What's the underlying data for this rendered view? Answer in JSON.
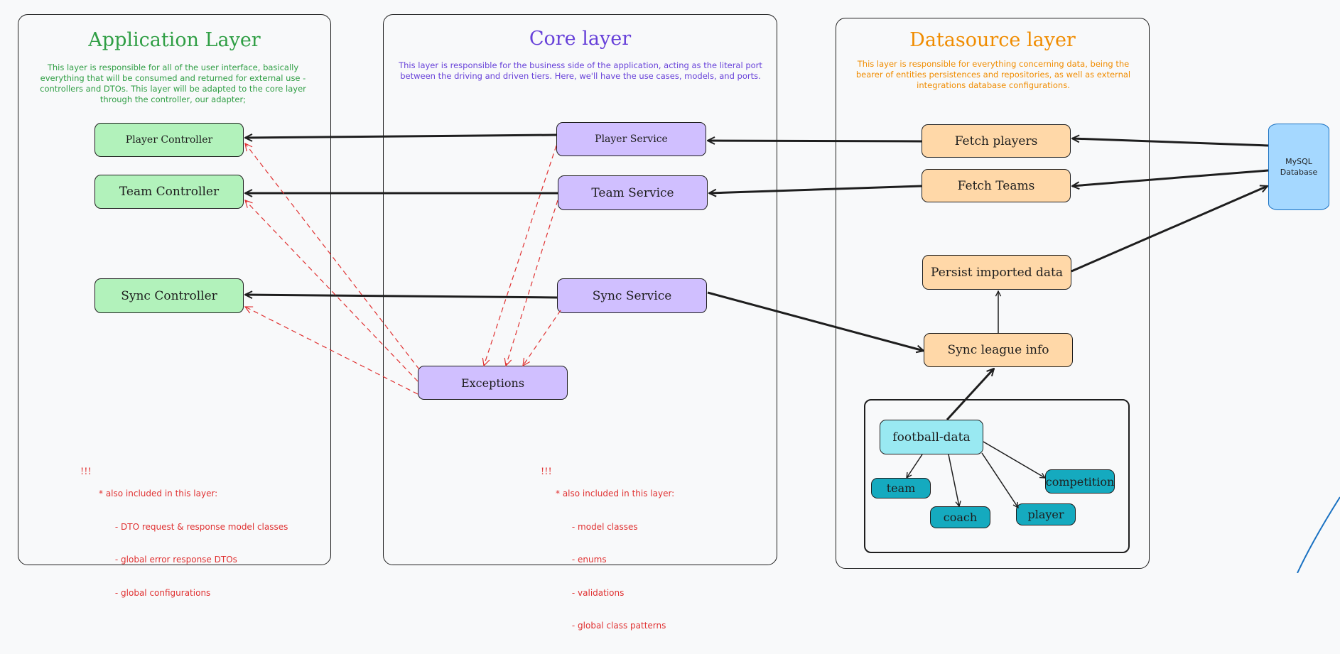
{
  "panels": {
    "application": {
      "title": "Application Layer",
      "description": "This layer is responsible for all of the user interface, basically everything that will be consumed and returned for external use - controllers and DTOs. This layer will be adapted to the core layer through the controller, our adapter;",
      "color": "#2f9e44"
    },
    "core": {
      "title": "Core layer",
      "description": "This layer is responsible for the business side of the application, acting as the literal port between the driving and driven tiers. Here, we'll have the use cases, models, and ports.",
      "color": "#6741d9"
    },
    "datasource": {
      "title": "Datasource layer",
      "description": "This layer is responsible for everything concerning data, being the bearer of entities persistences and repositories, as well as external integrations database configurations.",
      "color": "#f08c00"
    }
  },
  "nodes": {
    "player_controller": "Player Controller",
    "team_controller": "Team Controller",
    "sync_controller": "Sync Controller",
    "player_service": "Player Service",
    "team_service": "Team Service",
    "sync_service": "Sync Service",
    "exceptions": "Exceptions",
    "fetch_players": "Fetch players",
    "fetch_teams": "Fetch Teams",
    "persist_imported_data": "Persist imported data",
    "sync_league_info": "Sync league info",
    "football_data": "football-data",
    "team": "team",
    "coach": "coach",
    "player": "player",
    "competition": "competition",
    "mysql_database": "MySQL Database"
  },
  "notes": {
    "application": {
      "marker": "!!!",
      "lines": [
        "* also included in this layer:",
        "      - DTO request & response model classes",
        "      - global error response DTOs",
        "      - global configurations"
      ]
    },
    "core": {
      "marker": "!!!",
      "lines": [
        "* also included in this layer:",
        "      - model classes",
        "      - enums",
        "      - validations",
        "      - global class patterns"
      ]
    }
  },
  "colors": {
    "green_fill": "#b2f2bb",
    "purple_fill": "#d0bfff",
    "orange_fill": "#ffd8a8",
    "cyan_fill": "#99e9f2",
    "teal_fill": "#15aabf",
    "db_fill": "#a5d8ff",
    "dashed_arrow": "#e03131",
    "stroke": "#1e1e1e"
  }
}
